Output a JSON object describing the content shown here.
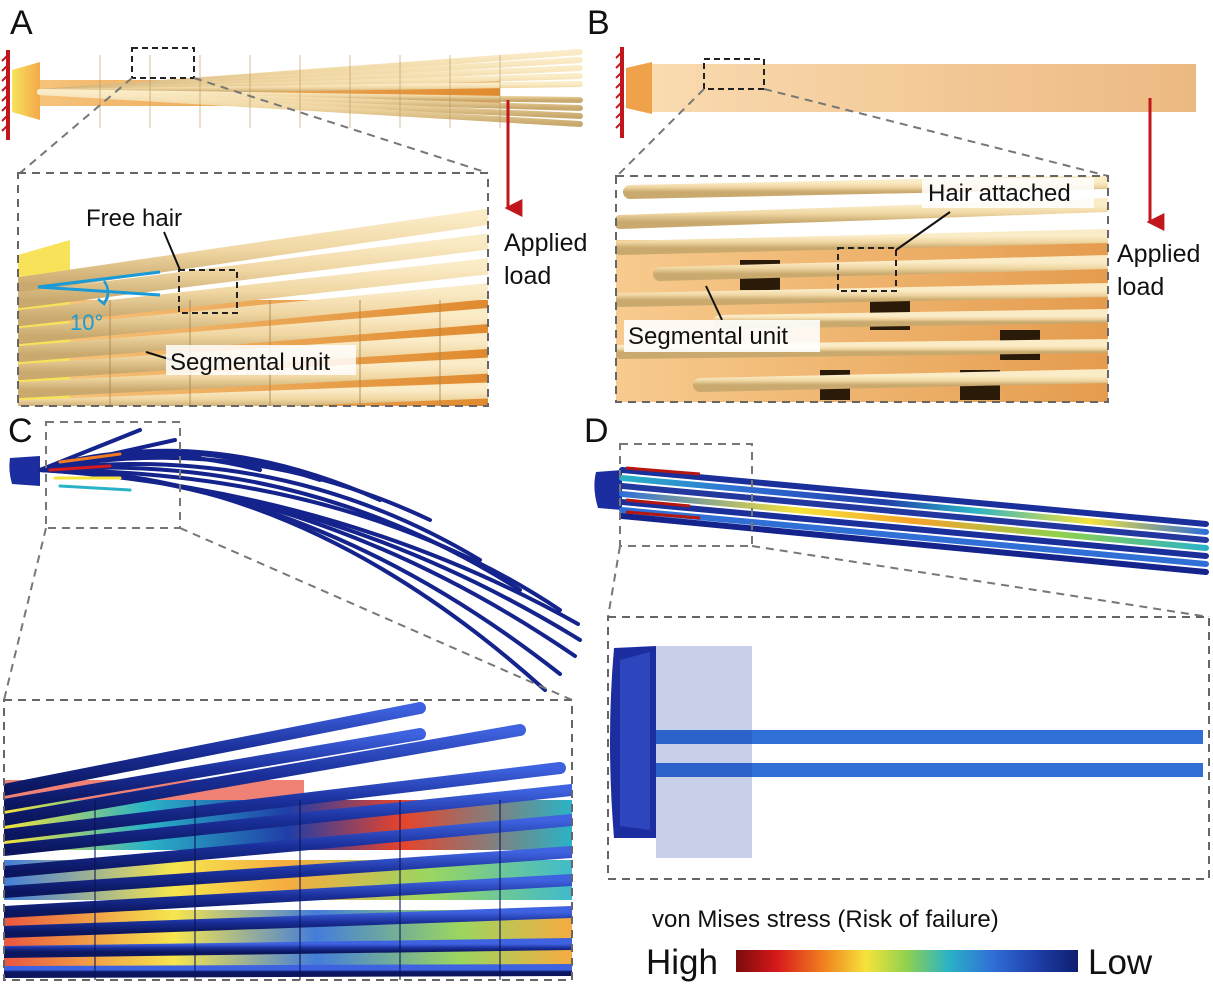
{
  "panels": {
    "A": {
      "label": "A",
      "free_hair": "Free hair",
      "segmental": "Segmental unit",
      "angle": "10°",
      "load_line1": "Applied",
      "load_line2": "load"
    },
    "B": {
      "label": "B",
      "hair_attached": "Hair attached",
      "segmental": "Segmental unit",
      "load_line1": "Applied",
      "load_line2": "load"
    },
    "C": {
      "label": "C"
    },
    "D": {
      "label": "D"
    }
  },
  "legend": {
    "title": "von Mises stress (Risk of failure)",
    "high": "High",
    "low": "Low",
    "gradient": [
      "#7a0b0b",
      "#d7191c",
      "#f07c1e",
      "#f5e33a",
      "#8fd14f",
      "#2ab3c6",
      "#2f6fd6",
      "#1f3ea8",
      "#0d1f6e"
    ]
  },
  "colors": {
    "hair": "#f2dcab",
    "hair_dark": "#c9a96e",
    "segment": "#f0a24a",
    "load_arrow": "#c0161c",
    "angle": "#1a9ad6",
    "fem_dark": "#0e1c7a",
    "fem_mid": "#1d3bb5"
  }
}
